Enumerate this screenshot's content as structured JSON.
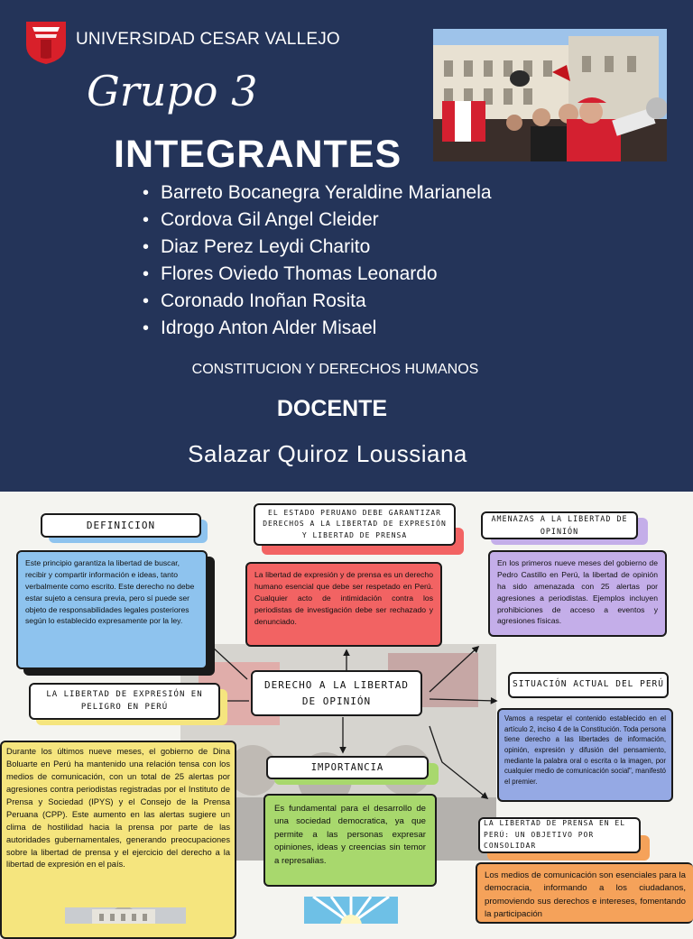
{
  "header": {
    "university": "UNIVERSIDAD CESAR VALLEJO",
    "logo_icon": "ucv-shield-logo",
    "group": "Grupo 3",
    "members_title": "INTEGRANTES",
    "members": [
      "Barreto Bocanegra Yeraldine Marianela",
      "Cordova Gil Angel Cleider",
      "Diaz Perez Leydi Charito",
      "Flores Oviedo Thomas Leonardo",
      "Coronado Inoñan Rosita",
      "Idrogo Anton Alder Misael"
    ],
    "course": "CONSTITUCION Y DERECHOS HUMANOS",
    "teacher_label": "DOCENTE",
    "teacher": "Salazar Quiroz Loussiana"
  },
  "map": {
    "definicion_title": "DEFINICION",
    "definicion_text": "Este principio garantiza la libertad de buscar, recibir y compartir información e ideas, tanto verbalmente como escrito. Este derecho no debe estar sujeto a censura previa, pero sí puede ser objeto de responsabilidades legales posteriores según lo establecido expresamente por la ley.",
    "estado_title": "EL ESTADO PERUANO DEBE GARANTIZAR DERECHOS A LA LIBERTAD DE EXPRESIÓN Y LIBERTAD DE PRENSA",
    "estado_text": "La libertad de expresión y de prensa es un derecho humano esencial que debe ser respetado en Perú. Cualquier acto de intimidación contra los periodistas de investigación debe ser rechazado y denunciado.",
    "amenazas_title": "AMENAZAS A LA LIBERTAD DE OPINIÓN",
    "amenazas_text": "En los primeros nueve meses del gobierno de Pedro Castillo en Perú, la libertad de opinión ha sido amenazada con 25 alertas por agresiones a periodistas. Ejemplos incluyen prohibiciones de acceso a eventos y agresiones físicas.",
    "center_title": "DERECHO A LA LIBERTAD DE OPINIÓN",
    "peligro_title": "LA LIBERTAD DE EXPRESIÓN EN PELIGRO EN PERÚ",
    "peligro_text": "Durante los últimos nueve meses, el gobierno de Dina Boluarte en Perú ha mantenido una relación tensa con los medios de comunicación, con un total de 25 alertas por agresiones contra periodistas registradas por el Instituto de Prensa y Sociedad (IPYS) y el Consejo de la Prensa Peruana (CPP). Este aumento en las alertas sugiere un clima de hostilidad hacia la prensa por parte de las autoridades gubernamentales, generando preocupaciones sobre la libertad de prensa y el ejercicio del derecho a la libertad de expresión en el país.",
    "situacion_title": "SITUACIÓN ACTUAL DEL PERÚ",
    "situacion_text": "Vamos a respetar el contenido establecido en el artículo 2, inciso 4 de la Constitución. Toda persona tiene derecho a las libertades de información, opinión, expresión y difusión del pensamiento, mediante la palabra oral o escrita o la imagen, por cualquier medio de comunicación social\", manifestó el premier.",
    "importancia_title": "IMPORTANCIA",
    "importancia_text": "Es fundamental para el desarrollo de una sociedad democratica, ya que permite a las personas expresar opiniones, ideas y creencias sin temor a represalias.",
    "prensa_title": "LA LIBERTAD DE PRENSA EN EL PERÚ: UN OBJETIVO POR CONSOLIDAR",
    "prensa_text": "Los medios de comunicación son esenciales para la democracia, informando a los ciudadanos, promoviendo sus derechos e intereses, fomentando la participación"
  },
  "colors": {
    "header_bg": "#243459",
    "red": "#f26363",
    "blue": "#8ec3ee",
    "purple": "#c4aee9",
    "yellow": "#f5e57e",
    "periwinkle": "#95a9e4",
    "green": "#a8d86d",
    "orange": "#f5a25a"
  }
}
